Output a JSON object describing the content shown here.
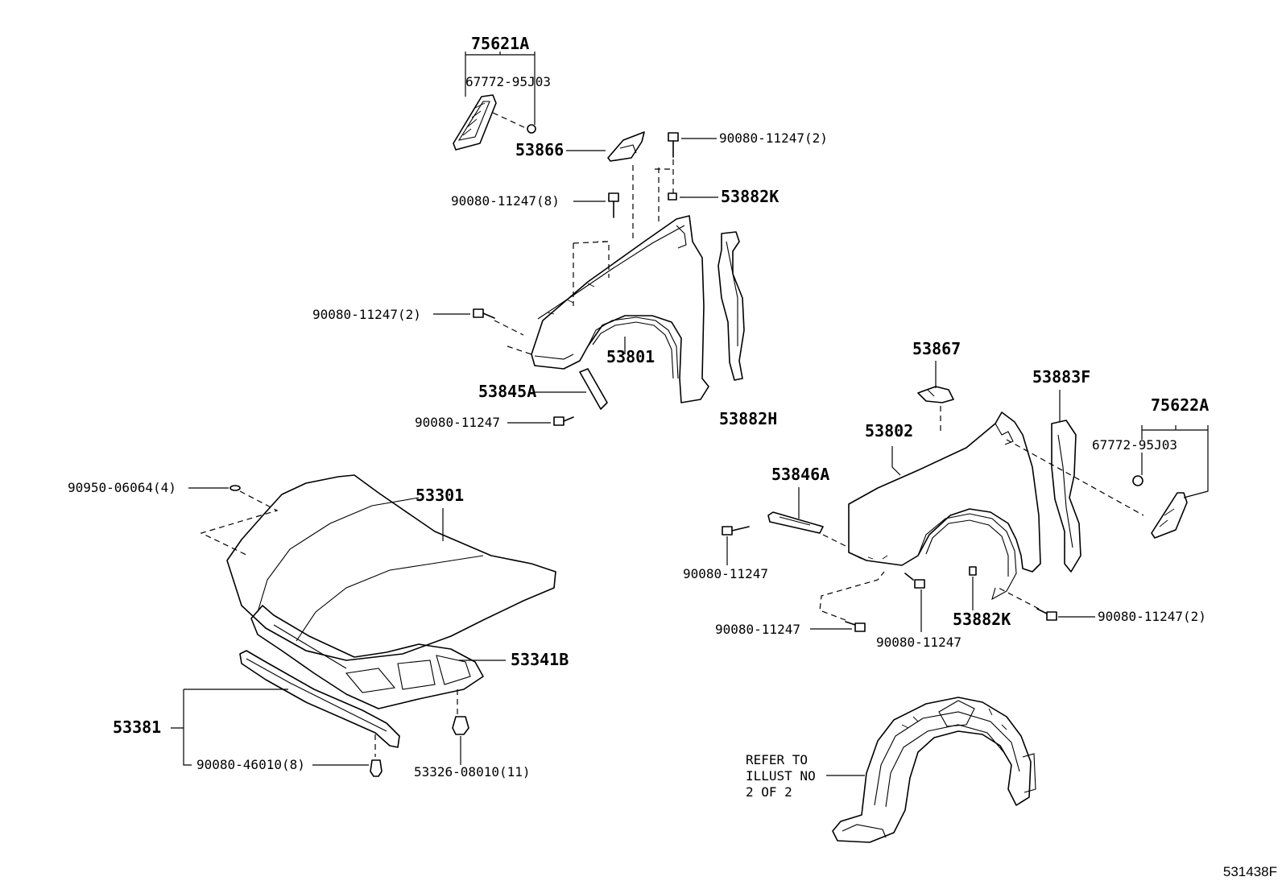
{
  "labels": {
    "p75621a": "75621A",
    "p67772_l": "67772-95J03",
    "p53866": "53866",
    "p90080_2_top": "90080-11247(2)",
    "p53882k_top": "53882K",
    "p90080_8": "90080-11247(8)",
    "p90080_2_left": "90080-11247(2)",
    "p53801": "53801",
    "p53845a": "53845A",
    "p90080_left": "90080-11247",
    "p53882h": "53882H",
    "p53867": "53867",
    "p53883f": "53883F",
    "p75622a": "75622A",
    "p67772_r": "67772-95J03",
    "p53802": "53802",
    "p53846a": "53846A",
    "p90950": "90950-06064(4)",
    "p53301": "53301",
    "p90080_mid1": "90080-11247",
    "p53882k_bot": "53882K",
    "p90080_2_right": "90080-11247(2)",
    "p90080_mid2": "90080-11247",
    "p90080_mid3": "90080-11247",
    "p53341b": "53341B",
    "p53381": "53381",
    "p90080_46010": "90080-46010(8)",
    "p53326": "53326-08010(11)",
    "refer_line1": "REFER TO",
    "refer_line2": "ILLUST NO",
    "refer_line3": "2 OF 2"
  },
  "diagram_id": "531438F"
}
